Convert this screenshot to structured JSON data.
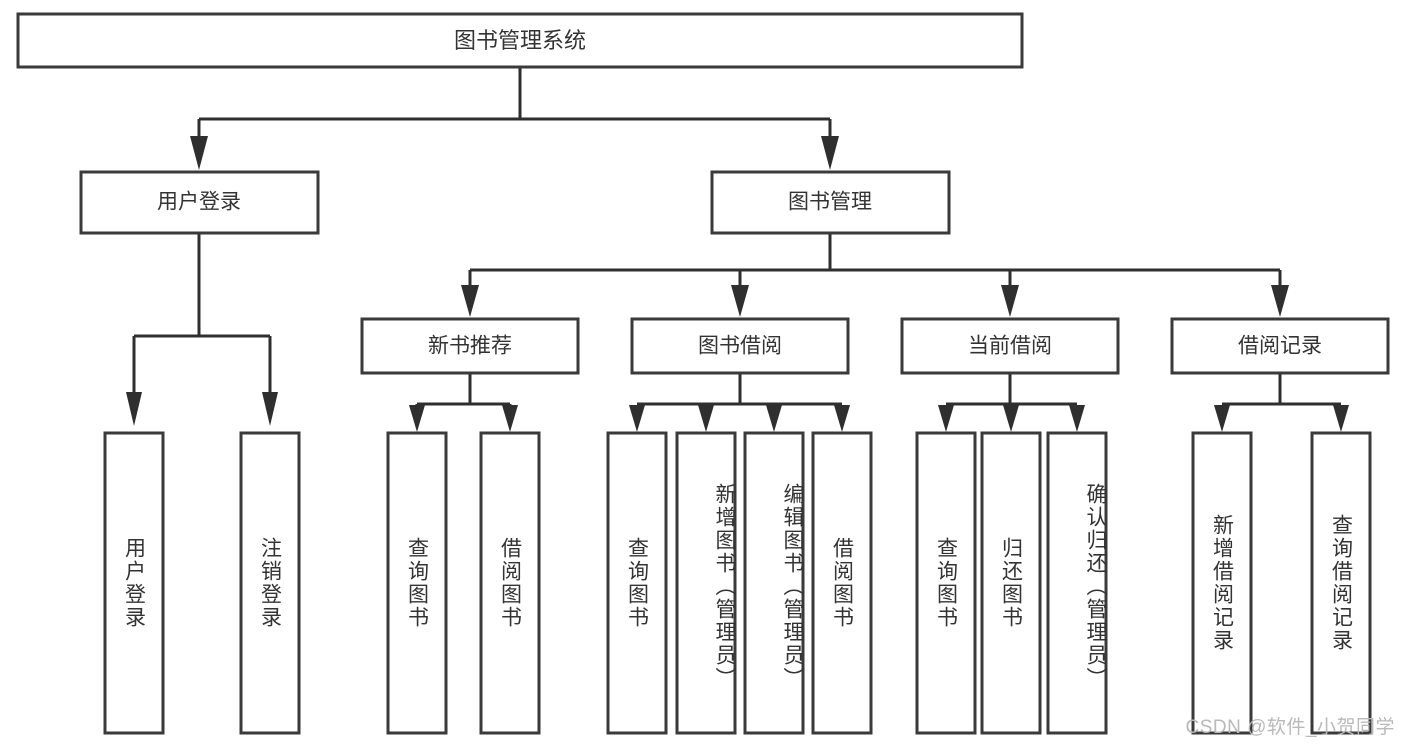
{
  "diagram": {
    "type": "tree",
    "title": "图书管理系统",
    "orientation": "top-down",
    "root": {
      "label": "图书管理系统",
      "children": [
        {
          "label": "用户登录",
          "children": [
            {
              "label": "用户登录"
            },
            {
              "label": "注销登录"
            }
          ]
        },
        {
          "label": "图书管理",
          "children": [
            {
              "label": "新书推荐",
              "children": [
                {
                  "label": "查询图书"
                },
                {
                  "label": "借阅图书"
                }
              ]
            },
            {
              "label": "图书借阅",
              "children": [
                {
                  "label": "查询图书"
                },
                {
                  "label": "新增图书（管理员）"
                },
                {
                  "label": "编辑图书（管理员）"
                },
                {
                  "label": "借阅图书"
                }
              ]
            },
            {
              "label": "当前借阅",
              "children": [
                {
                  "label": "查询图书"
                },
                {
                  "label": "归还图书"
                },
                {
                  "label": "确认归还（管理员）"
                }
              ]
            },
            {
              "label": "借阅记录",
              "children": [
                {
                  "label": "新增借阅记录"
                },
                {
                  "label": "查询借阅记录"
                }
              ]
            }
          ]
        }
      ]
    }
  },
  "nodes": {
    "root": "图书管理系统",
    "l1_user_login": "用户登录",
    "l1_book_manage": "图书管理",
    "l2_new_book_rec": "新书推荐",
    "l2_book_borrow": "图书借阅",
    "l2_current_borrow": "当前借阅",
    "l2_borrow_record": "借阅记录",
    "leaf_user_login": "用户登录",
    "leaf_logout": "注销登录",
    "leaf_query_book_1": "查询图书",
    "leaf_borrow_book_1": "借阅图书",
    "leaf_query_book_2": "查询图书",
    "leaf_add_book_admin": "新增图书（管理员）",
    "leaf_edit_book_admin": "编辑图书（管理员）",
    "leaf_borrow_book_2": "借阅图书",
    "leaf_query_book_3": "查询图书",
    "leaf_return_book": "归还图书",
    "leaf_confirm_return_admin": "确认归还（管理员）",
    "leaf_add_record": "新增借阅记录",
    "leaf_query_record": "查询借阅记录"
  },
  "watermark": {
    "text": "CSDN @软件_小贺同学"
  },
  "colors": {
    "box_stroke": "#3a3a3a",
    "connector": "#2f2f2f",
    "text": "#333333",
    "background": "#ffffff",
    "watermark": "#b9b9b9"
  }
}
